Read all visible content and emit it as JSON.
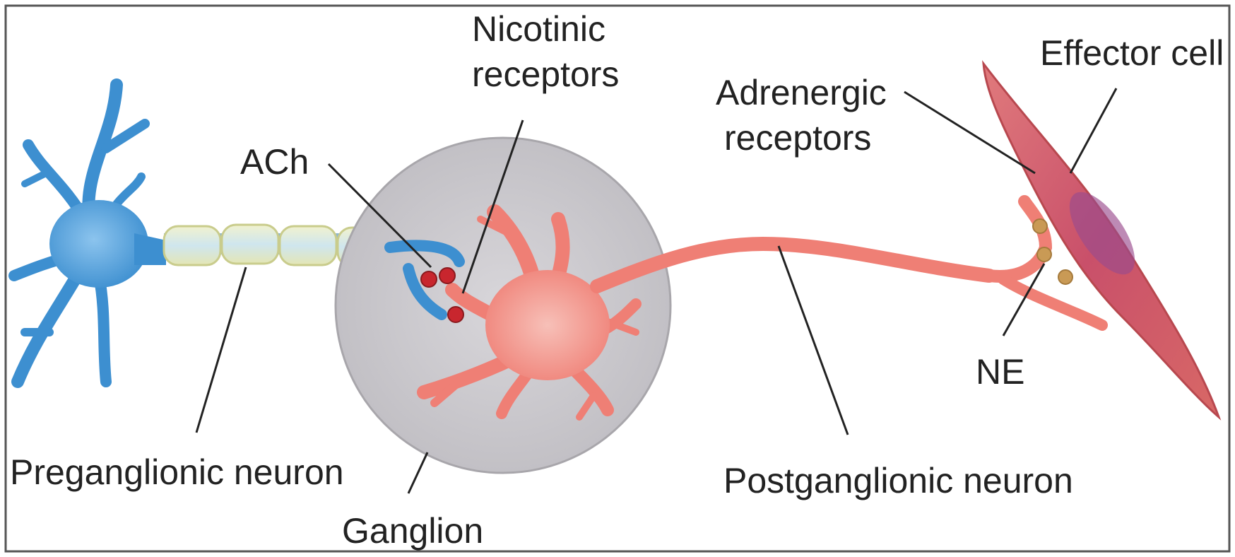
{
  "labels": {
    "nicotinic_line1": "Nicotinic",
    "nicotinic_line2": "receptors",
    "effector_cell": "Effector cell",
    "adrenergic_line1": "Adrenergic",
    "adrenergic_line2": "receptors",
    "ach": "ACh",
    "ne": "NE",
    "preganglionic": "Preganglionic neuron",
    "postganglionic": "Postganglionic neuron",
    "ganglion": "Ganglion"
  },
  "colors": {
    "preganglionic_neuron": "#3d8fd0",
    "myelin_sheath": "#e8ebc2",
    "ganglion": "#c9c7cb",
    "postganglionic_neuron": "#ef7f75",
    "effector_cell": "#d05a60",
    "ach_vesicle": "#c8262e",
    "ne_vesicle": "#c99a55",
    "leader_line": "#222222"
  }
}
